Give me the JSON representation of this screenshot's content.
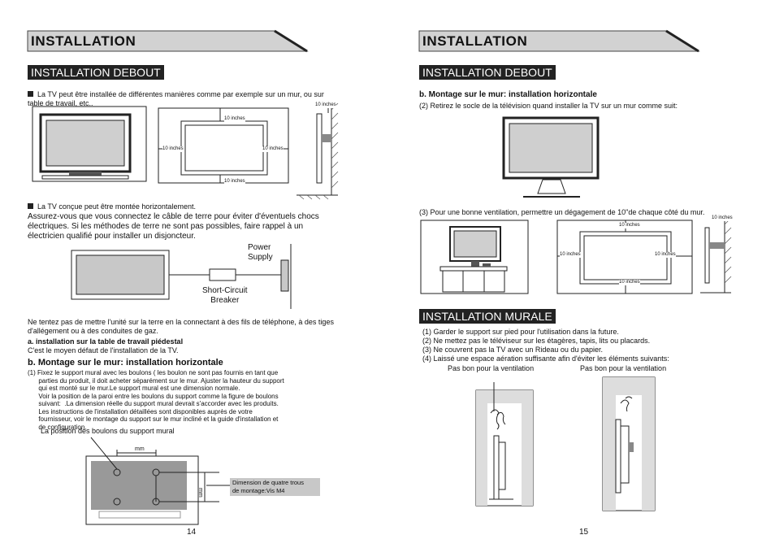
{
  "left": {
    "header": "INSTALLATION",
    "section": "INSTALLATION DEBOUT",
    "bullet1": "La TV peut être installée de différentes manières comme par exemple sur un mur, ou sur table de travail, etc..",
    "clearance_label": "10 inches",
    "bullet2": "La TV conçue peut être montée horizontalement.",
    "ground_text": "Assurez-vous que vous connectez le câble de terre pour éviter  d'éventuels chocs électriques. Si les méthodes de terre ne sont pas possibles, faire rappel à un électricien qualifié pour installer un disjoncteur.",
    "power_supply": "Power\nSupply",
    "short_circuit": "Short-Circuit\nBreaker",
    "warning": "Ne tentez pas de mettre l'unité sur la terre en la connectant à des fils de téléphone, à des tiges d'allégement ou à des conduites de gaz.",
    "sub_a_title": "a.  installation sur la table de travail piédestal",
    "sub_a_text": "C'est le moyen défaut de l'installation de la TV.",
    "sub_b_title": "b. Montage sur le mur: installation horizontale",
    "sub_b_text": "(1) Fixez le support mural avec les boulons ( les boulon ne sont pas fournis en tant que\n      parties du produit, il doit acheter séparément sur le mur. Ajuster la hauteur du support\n      qui est monté sur le mur.Le support mural est une dimension normale.\n      Voir la position de la paroi entre les boulons du support comme la figure de boulons\n      suivant:  .La dimension réelle du support mural devrait s'accorder avec les produits.\n      Les instructions de l'installation détaillées sont disponibles auprès de votre\n      fournisseur, voir le montage du support sur le mur incliné et la guide d'installation et\n      de configuration.",
    "bolt_label": "La position des boulons du support mural",
    "mm": "mm",
    "dimension_box": "Dimension de quatre trous\nde montage:Vis M4",
    "page_number": "14"
  },
  "right": {
    "header": "INSTALLATION",
    "section1": "INSTALLATION DEBOUT",
    "sub_b_title": "b. Montage sur le mur: installation horizontale",
    "step2": "(2) Retirez le socle de la télévision quand installer la TV sur un mur comme suit:",
    "step3": "(3) Pour une bonne ventilation, permettre un dégagement de 10\"de chaque côté du mur.",
    "clearance_label": "10 inches",
    "section2": "INSTALLATION MURALE",
    "murale_items": [
      "(1) Garder le support sur pied pour l'utilisation dans la future.",
      "(2) Ne mettez pas le téléviseur sur les étagères, tapis, lits ou placards.",
      "(3) Ne couvrent pas la TV avec un Rideau ou du papier.",
      "(4) Laissé une espace aération suffisante afin d'éviter les éléments suivants:"
    ],
    "bad_vent_left": "Pas bon pour la ventilation",
    "bad_vent_right": "Pas bon pour la ventilation",
    "page_number": "15"
  },
  "colors": {
    "banner_bg": "#d0d0d0",
    "section_bg": "#222222",
    "screen": "#bdbdbd",
    "dim_box": "#c8c8c8"
  }
}
